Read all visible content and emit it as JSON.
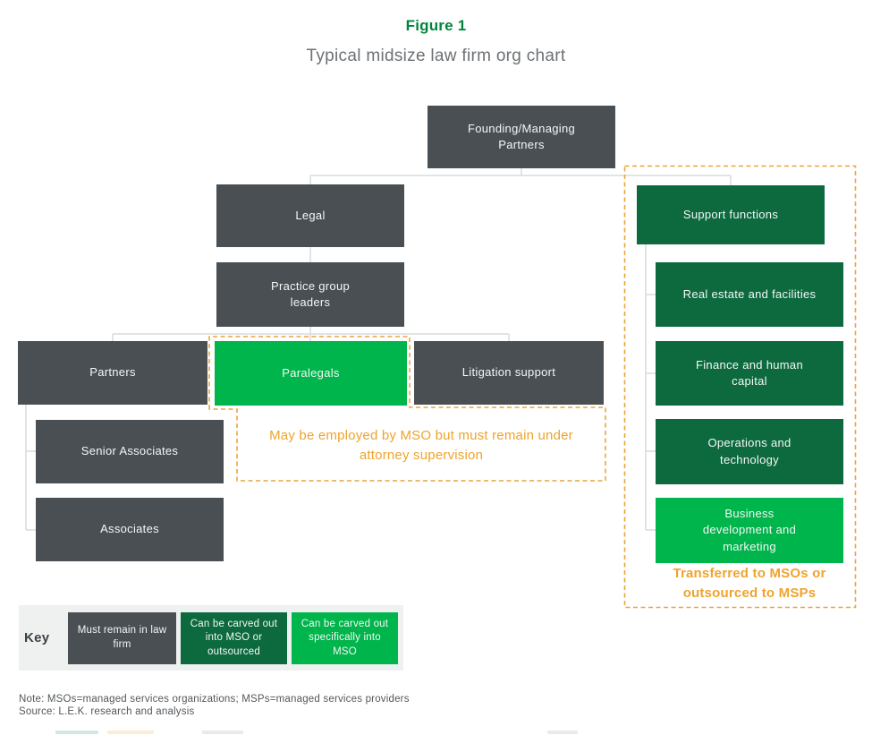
{
  "figure": {
    "label": "Figure 1",
    "title": "Typical midsize law firm org chart"
  },
  "colors": {
    "dark_gray": "#4A4F54",
    "dark_green": "#0D6A3E",
    "bright_green": "#00B54B",
    "orange": "#EFA32C",
    "title_green": "#00843D",
    "connector_gray": "#D9DBDC",
    "key_background": "#EFF1F1"
  },
  "nodes": {
    "founding": "Founding/Managing Partners",
    "legal": "Legal",
    "practice_group_leaders": "Practice group leaders",
    "partners": "Partners",
    "paralegals": "Paralegals",
    "litigation_support": "Litigation support",
    "senior_associates": "Senior Associates",
    "associates": "Associates",
    "support_functions": "Support functions",
    "real_estate": "Real estate and facilities",
    "finance": "Finance and human capital",
    "operations": "Operations and technology",
    "business_dev": "Business development and marketing"
  },
  "annotations": {
    "paralegal_note": "May be employed by MSO but must remain under attorney supervision",
    "support_note": "Transferred to MSOs or outsourced to MSPs"
  },
  "key": {
    "label": "Key",
    "items": [
      {
        "label": "Must remain in law firm",
        "color": "#4A4F54"
      },
      {
        "label": "Can be carved out into MSO or outsourced",
        "color": "#0D6A3E"
      },
      {
        "label": "Can be carved out specifically into MSO",
        "color": "#00B54B"
      }
    ]
  },
  "footer": {
    "note": "Note: MSOs=managed services organizations; MSPs=managed services providers",
    "source": "Source: L.E.K. research and analysis"
  }
}
